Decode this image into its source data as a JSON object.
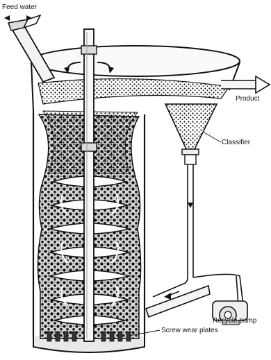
{
  "labels": {
    "feed_water": "Feed water",
    "product": "Product",
    "classifier": "Classifier",
    "recycle_pump": "Recycle pump",
    "screw_wear_plates": "Screw wear plates"
  },
  "colors": {
    "ink": "#111111",
    "media": "#2a2a2a",
    "background": "#ffffff"
  }
}
